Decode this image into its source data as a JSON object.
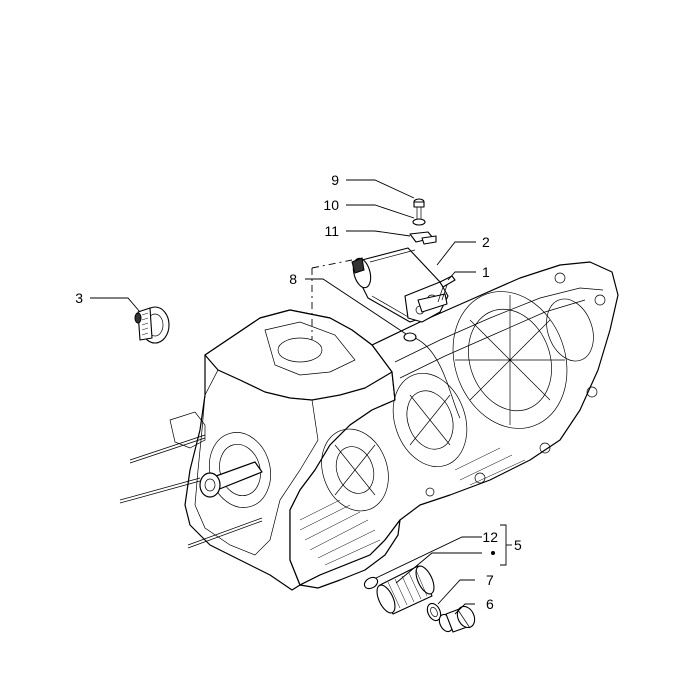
{
  "callouts": [
    {
      "id": "9",
      "label": "9"
    },
    {
      "id": "10",
      "label": "10"
    },
    {
      "id": "11",
      "label": "11"
    },
    {
      "id": "2",
      "label": "2"
    },
    {
      "id": "1",
      "label": "1"
    },
    {
      "id": "8",
      "label": "8"
    },
    {
      "id": "3",
      "label": "3"
    },
    {
      "id": "12",
      "label": "12"
    },
    {
      "id": "5",
      "label": "5"
    },
    {
      "id": "7",
      "label": "7"
    },
    {
      "id": "6",
      "label": "6"
    }
  ]
}
